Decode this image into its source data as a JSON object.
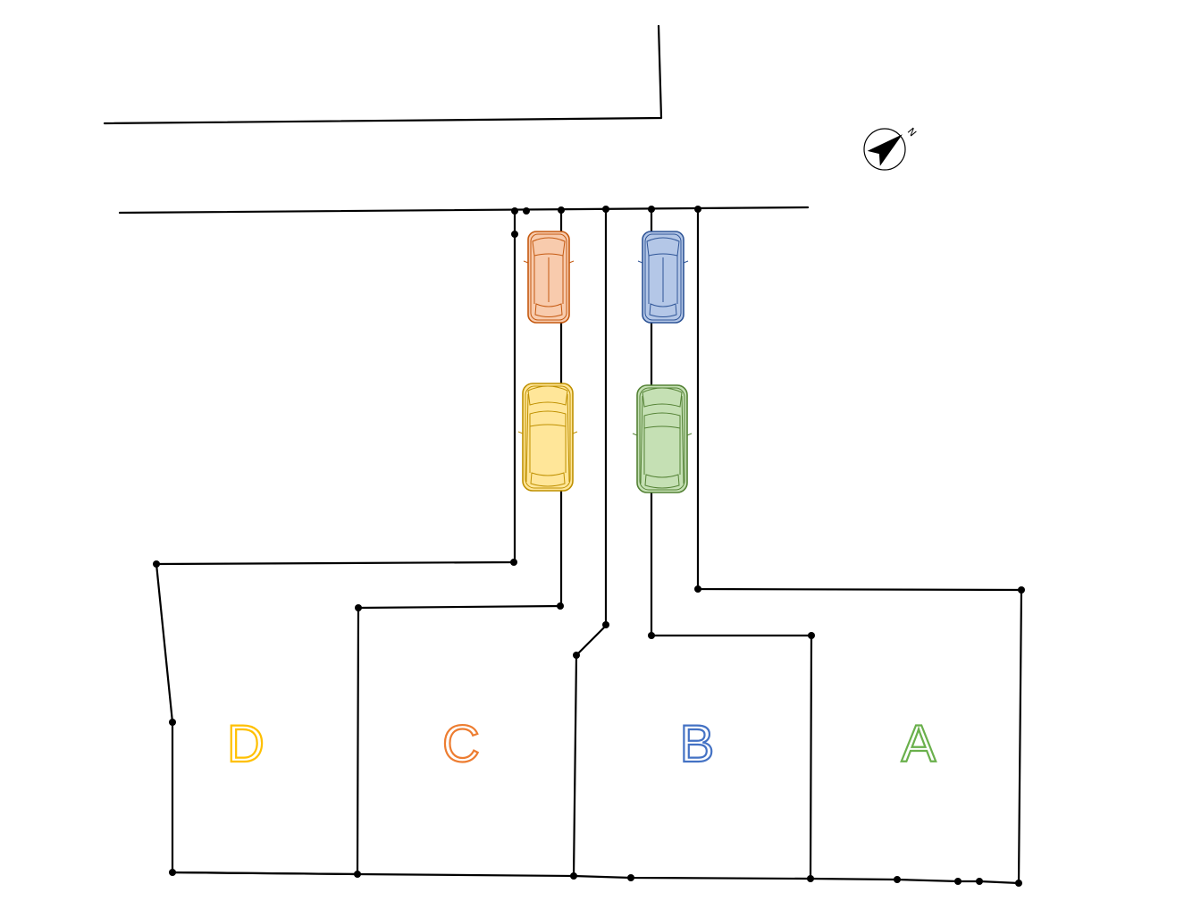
{
  "compass": {
    "north_letter": "N",
    "icon": "north-arrow-icon"
  },
  "lots": [
    {
      "id": "A",
      "label": "A",
      "color": "#6ab04c"
    },
    {
      "id": "B",
      "label": "B",
      "color": "#4472c4"
    },
    {
      "id": "C",
      "label": "C",
      "color": "#ed7d31"
    },
    {
      "id": "D",
      "label": "D",
      "color": "#ffc000"
    }
  ],
  "parking": [
    {
      "lot": "C",
      "fill": "#f8cbad",
      "stroke": "#c55a11",
      "type": "compact"
    },
    {
      "lot": "D",
      "fill": "#ffe699",
      "stroke": "#bf9000",
      "type": "standard"
    },
    {
      "lot": "B",
      "fill": "#b4c7e7",
      "stroke": "#2f5597",
      "type": "compact"
    },
    {
      "lot": "A",
      "fill": "#c5e0b4",
      "stroke": "#548235",
      "type": "standard"
    }
  ]
}
